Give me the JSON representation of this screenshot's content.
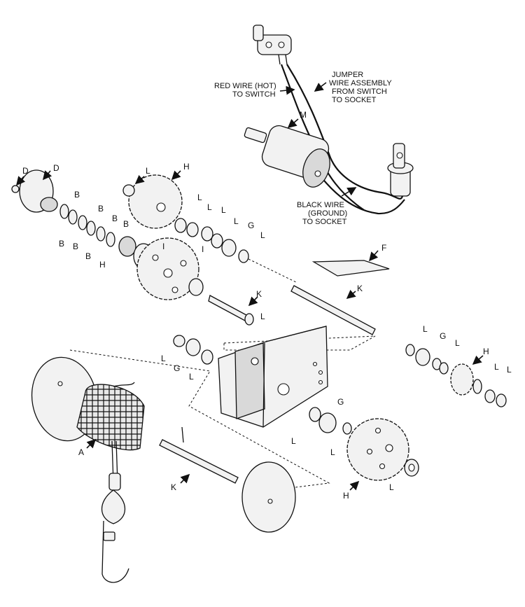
{
  "labels": {
    "A": "A",
    "B": "B",
    "D": "D",
    "F": "F",
    "G": "G",
    "H": "H",
    "I": "I",
    "K": "K",
    "L": "L",
    "M": "M"
  },
  "notes": {
    "red_wire_line1": "RED WIRE (HOT)",
    "red_wire_line2": "TO SWITCH",
    "jumper_line1": "JUMPER",
    "jumper_line2": "WIRE ASSEMBLY",
    "jumper_line3": "FROM SWITCH",
    "jumper_line4": "TO SOCKET",
    "black_wire_line1": "BLACK WIRE",
    "black_wire_line2": "(GROUND)",
    "black_wire_line3": "TO SOCKET"
  }
}
